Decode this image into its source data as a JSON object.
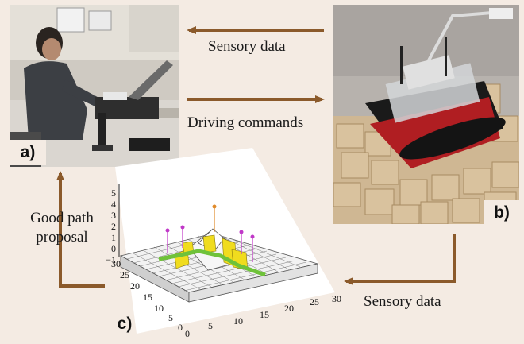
{
  "panel_labels": {
    "a": "a)",
    "b": "b)",
    "c": "c)"
  },
  "captions": {
    "sensory_top": "Sensory data",
    "driving": "Driving commands",
    "sensory_bottom": "Sensory data",
    "good_path": "Good path proposal"
  },
  "plot_axes": {
    "z_ticks": [
      "5",
      "4",
      "3",
      "2",
      "1",
      "0",
      "−1"
    ],
    "y_ticks": [
      "30",
      "25",
      "20",
      "15",
      "10",
      "5",
      "0"
    ],
    "x_ticks": [
      "0",
      "5",
      "10",
      "15",
      "20",
      "25",
      "30"
    ]
  },
  "colors": {
    "background": "#f4ebe3",
    "arrow": "#8b5a2b",
    "grid_top": "#f4f4f4",
    "bar_yellow": "#f0dc1e",
    "path_green": "#6fc23a",
    "stem_magenta": "#c038c8",
    "stem_orange": "#e08a2a"
  },
  "icons": [
    "operator-photo",
    "tracked-robot-photo"
  ]
}
